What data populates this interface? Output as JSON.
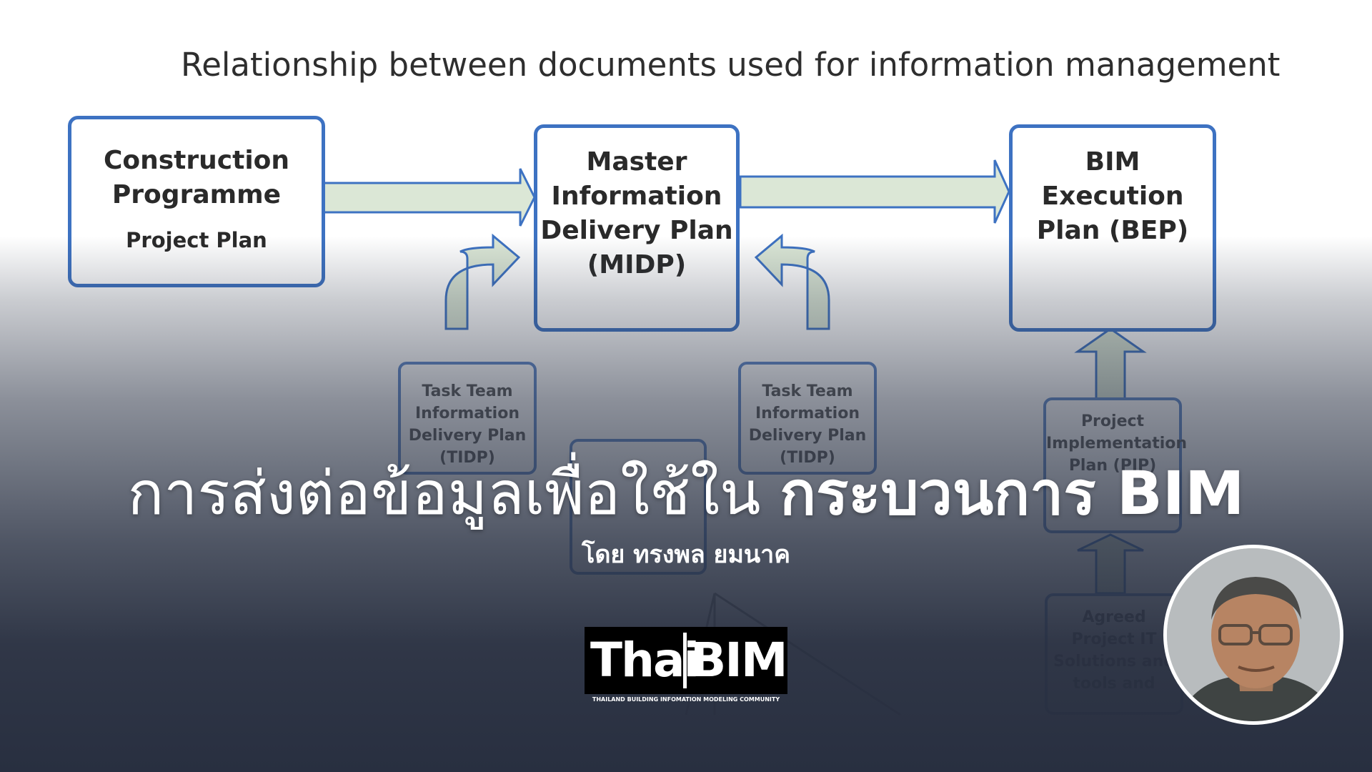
{
  "diagram": {
    "title": "Relationship between documents used for information management",
    "construction": {
      "title_1": "Construction",
      "title_2": "Programme",
      "sub": "Project Plan"
    },
    "midp": {
      "l1": "Master",
      "l2": "Information",
      "l3": "Delivery Plan",
      "l4": "(MIDP)"
    },
    "bep": {
      "l1": "BIM",
      "l2": "Execution",
      "l3": "Plan (BEP)"
    },
    "tidp_left": {
      "l1": "Task Team",
      "l2": "Information",
      "l3": "Delivery Plan",
      "l4": "(TIDP)"
    },
    "tidp_right": {
      "l1": "Task Team",
      "l2": "Information",
      "l3": "Delivery Plan",
      "l4": "(TIDP)"
    },
    "pip": {
      "l1": "Project",
      "l2": "Implementation",
      "l3": "Plan (PIP)"
    },
    "agreed": {
      "l1": "Agreed",
      "l2": "Project IT",
      "l3": "Solutions and",
      "l4": "tools and"
    }
  },
  "headline": {
    "part1": "การส่งต่อข้อมูลเพื่อใช้ใน",
    "part2": "กระบวนการ BIM"
  },
  "author": "โดย ทรงพล ยมนาค",
  "logo": {
    "thai": "Thai",
    "bim": "BIM",
    "tagline": "THAILAND BUILDING INFOMATION MODELING COMMUNITY"
  },
  "colors": {
    "box_border": "#3d72c2",
    "arrow_fill": "#dbe7d6",
    "arrow_stroke": "#3d72c2",
    "overlay": "#2c3446"
  }
}
